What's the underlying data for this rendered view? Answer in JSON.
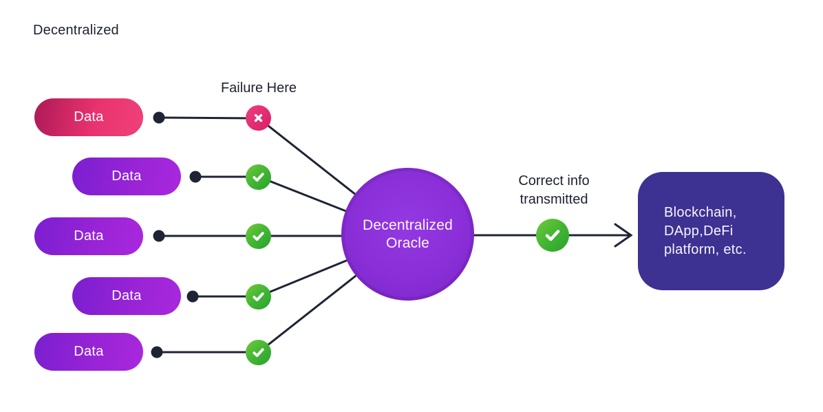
{
  "title": "Decentralized",
  "labels": {
    "failure": "Failure Here",
    "correct_info": "Correct info\ntransmitted"
  },
  "data_nodes": [
    {
      "label": "Data",
      "status": "fail",
      "status_icon": "x-mark-icon"
    },
    {
      "label": "Data",
      "status": "ok",
      "status_icon": "check-mark-icon"
    },
    {
      "label": "Data",
      "status": "ok",
      "status_icon": "check-mark-icon"
    },
    {
      "label": "Data",
      "status": "ok",
      "status_icon": "check-mark-icon"
    },
    {
      "label": "Data",
      "status": "ok",
      "status_icon": "check-mark-icon"
    }
  ],
  "oracle": {
    "label": "Decentralized\nOracle"
  },
  "output": {
    "status": "ok",
    "status_icon": "check-mark-icon",
    "target_label": "Blockchain,\nDApp,DeFi\nplatform, etc."
  },
  "colors": {
    "background": "#ffffff",
    "text_dark": "#1d2130",
    "line": "#1e2434",
    "pill_pink_start": "#ad1a56",
    "pill_pink_end": "#ef4179",
    "pill_purple_start": "#7a1fd0",
    "pill_purple_end": "#a928dd",
    "fail_icon": "#e02673",
    "ok_icon_start": "#73c93c",
    "ok_icon_end": "#27a12e",
    "oracle_fill": "#8a2fd8",
    "target_box": "#3d3192"
  }
}
